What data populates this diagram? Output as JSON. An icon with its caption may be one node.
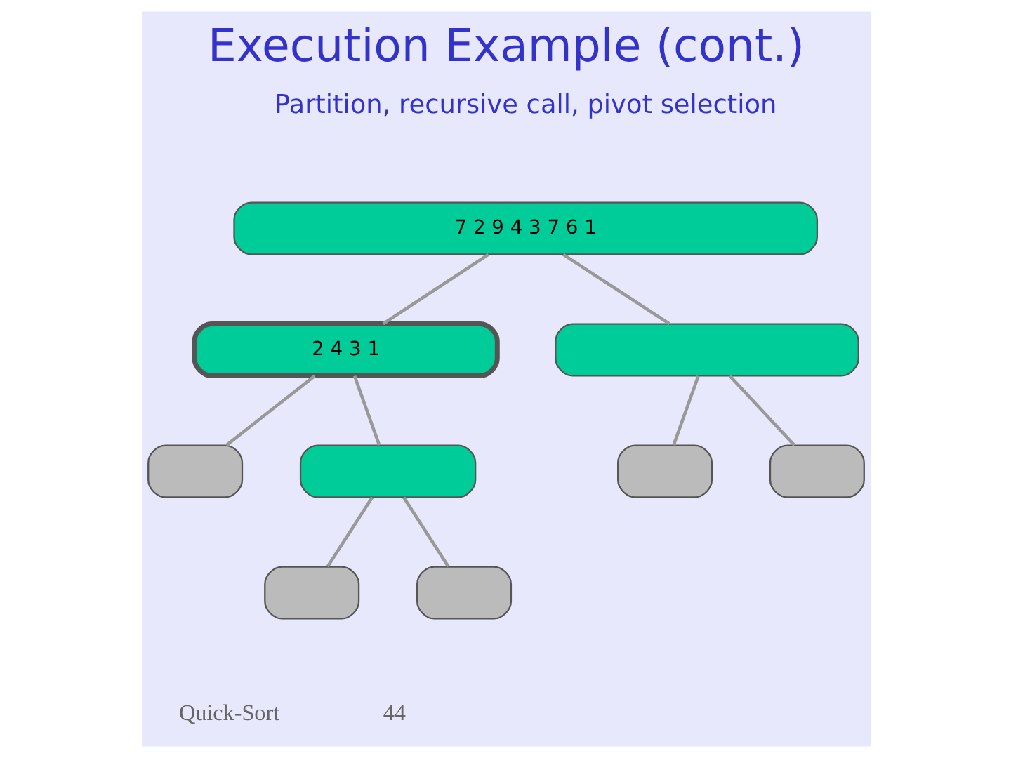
{
  "diagram": {
    "title": "Execution Example (cont.)",
    "nodes": [
      {
        "text": [
          "7 2 9 4 3 7 6 1"
        ]
      },
      {
        "text": [
          "2 4 3 1"
        ]
      },
      {
        "text": [],
        "shape": "box"
      },
      {
        "text": [],
        "shape": "box"
      },
      {
        "text": [],
        "shape": "box"
      },
      {
        "text": [],
        "shape": "box"
      },
      {
        "text": [],
        "shape": "box"
      },
      {
        "text": [],
        "shape": "box"
      },
      {
        "text": [],
        "shape": "box"
      }
    ],
    "edges": [
      {
        "from": 0,
        "to": 1,
        "arrow": "none"
      },
      {
        "from": 0,
        "to": 2,
        "arrow": "none"
      },
      {
        "from": 1,
        "to": 3,
        "arrow": "none"
      },
      {
        "from": 1,
        "to": 4,
        "arrow": "none"
      },
      {
        "from": 2,
        "to": 5,
        "arrow": "none"
      },
      {
        "from": 2,
        "to": 6,
        "arrow": "none"
      },
      {
        "from": 4,
        "to": 7,
        "arrow": "none"
      },
      {
        "from": 4,
        "to": 8,
        "arrow": "none"
      }
    ],
    "labels": [
      "Partition, recursive call, pivot selection",
      "Quick-Sort",
      "44"
    ]
  }
}
